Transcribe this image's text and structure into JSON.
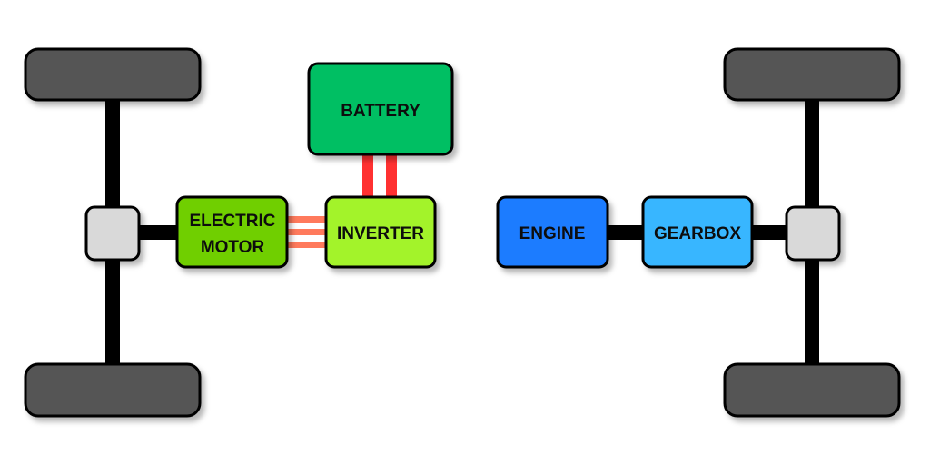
{
  "components": {
    "battery": {
      "label": "BATTERY",
      "color": "#00bf63"
    },
    "inverter": {
      "label": "INVERTER",
      "color": "#a3f32a"
    },
    "electric_motor": {
      "line1": "ELECTRIC",
      "line2": "MOTOR",
      "color": "#6fcf00"
    },
    "engine": {
      "label": "ENGINE",
      "color": "#1e7bff"
    },
    "gearbox": {
      "label": "GEARBOX",
      "color": "#38b6ff"
    }
  },
  "colors": {
    "wheel": "#545454",
    "differential": "#d9d9d9",
    "shaft": "#000000",
    "cable_dark": "#ff3131",
    "cable_light": "#ff7a5c",
    "outline": "#000000"
  }
}
